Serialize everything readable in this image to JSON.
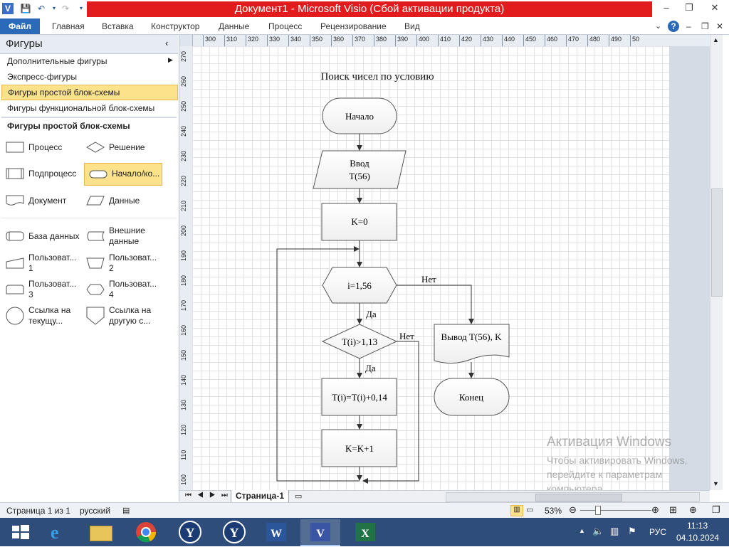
{
  "titlebar": {
    "title": "Документ1 - Microsoft Visio (Сбой активации продукта)",
    "minimize": "–",
    "restore": "❐",
    "close": "✕"
  },
  "ribbon": {
    "tabs": [
      "Файл",
      "Главная",
      "Вставка",
      "Конструктор",
      "Данные",
      "Процесс",
      "Рецензирование",
      "Вид"
    ]
  },
  "shapes_pane": {
    "header": "Фигуры",
    "items": [
      "Дополнительные фигуры",
      "Экспресс-фигуры",
      "Фигуры простой блок-схемы",
      "Фигуры функциональной блок-схемы"
    ],
    "selected_item": "Фигуры простой блок-схемы",
    "stencil_title": "Фигуры простой блок-схемы",
    "shapes": [
      {
        "label": "Процесс",
        "icon": "process-icon"
      },
      {
        "label": "Решение",
        "icon": "decision-icon"
      },
      {
        "label": "Подпроцесс",
        "icon": "subprocess-icon"
      },
      {
        "label": "Начало/ко...",
        "icon": "terminator-icon"
      },
      {
        "label": "Документ",
        "icon": "document-icon"
      },
      {
        "label": "Данные",
        "icon": "data-icon"
      },
      {
        "label": "База данных",
        "icon": "database-icon"
      },
      {
        "label": "Внешние данные",
        "icon": "external-data-icon"
      },
      {
        "label": "Пользоват... 1",
        "icon": "custom1-icon"
      },
      {
        "label": "Пользоват... 2",
        "icon": "custom2-icon"
      },
      {
        "label": "Пользоват... 3",
        "icon": "custom3-icon"
      },
      {
        "label": "Пользоват... 4",
        "icon": "custom4-icon"
      },
      {
        "label": "Ссылка на текущу...",
        "icon": "on-page-ref-icon"
      },
      {
        "label": "Ссылка на другую с...",
        "icon": "off-page-ref-icon"
      }
    ]
  },
  "rulers": {
    "h_ticks": [
      "300",
      "310",
      "320",
      "330",
      "340",
      "350",
      "360",
      "370",
      "380",
      "390",
      "400",
      "410",
      "420",
      "430",
      "440",
      "450",
      "460",
      "470",
      "480",
      "490",
      "50"
    ],
    "v_ticks": [
      "270",
      "260",
      "250",
      "240",
      "230",
      "220",
      "210",
      "200",
      "190",
      "180",
      "170",
      "160",
      "150",
      "140",
      "130",
      "120",
      "110",
      "100"
    ]
  },
  "diagram": {
    "title": "Поиск чисел по условию",
    "start": "Начало",
    "input_line1": "Ввод",
    "input_line2": "T(56)",
    "init": "K=0",
    "loop": "i=1,56",
    "condition": "T(i)>1,13",
    "assign": "T(i)=T(i)+0,14",
    "increment": "K=K+1",
    "output": "Вывод T(56), K",
    "end": "Конец",
    "yes": "Да",
    "no": "Нет"
  },
  "page_tabs": {
    "tab": "Страница-1"
  },
  "statusbar": {
    "page": "Страница 1 из 1",
    "language": "русский",
    "zoom": "53%"
  },
  "watermark": {
    "line1": "Активация Windows",
    "line2": "Чтобы активировать Windows,",
    "line3": "перейдите к параметрам",
    "line4": "компьютера."
  },
  "taskbar": {
    "lang": "РУС",
    "time": "11:13",
    "date": "04.10.2024",
    "apps": [
      "start",
      "internet-explorer",
      "file-explorer",
      "chrome",
      "yandex",
      "yandex-browser",
      "word",
      "visio",
      "excel"
    ]
  },
  "colors": {
    "title_bar": "#e21c1c",
    "file_tab": "#2a6ab8",
    "selection": "#fce28a",
    "taskbar": "#2f4d7a"
  }
}
